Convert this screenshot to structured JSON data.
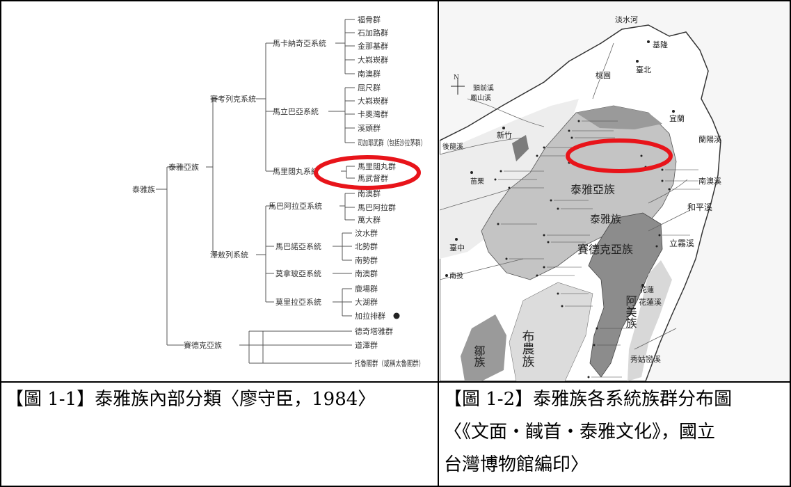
{
  "tree": {
    "root": "泰雅族",
    "sub_groups": [
      "泰雅亞族",
      "賽德克亞族"
    ],
    "systems": [
      "賽考列克系統",
      "澤敖列系統"
    ],
    "subsystems": [
      "馬卡納奇亞系統",
      "馬立巴亞系統",
      "馬里闊丸系統",
      "馬巴阿拉亞系統",
      "馬巴諾亞系統",
      "莫拿玻亞系統",
      "莫里拉亞系統"
    ],
    "groups": [
      "福骨群",
      "石加路群",
      "金那基群",
      "大嵙崁群",
      "南澳群",
      "屈尺群",
      "大嵙崁群",
      "卡奧灣群",
      "溪頭群",
      "司加耶武群（包括沙拉茅群）",
      "馬里闊丸群",
      "馬武督群",
      "南澳群",
      "馬巴阿拉群",
      "萬大群",
      "汶水群",
      "北勢群",
      "南勢群",
      "南澳群",
      "鹿場群",
      "大湖群",
      "加拉排群",
      "德奇塔雅群",
      "道澤群",
      "托魯閣群（或稱太魯閣群）"
    ]
  },
  "map": {
    "places": [
      "淡水河",
      "基隆",
      "臺北",
      "桃園",
      "宜蘭",
      "蘭陽溪",
      "鳳山溪",
      "頭前溪",
      "新竹",
      "後龍溪",
      "苗栗",
      "南澳溪",
      "和平溪",
      "立霧溪",
      "臺中",
      "南投",
      "花蓮",
      "花蓮溪",
      "秀姑巒溪"
    ],
    "ethnic_labels": [
      "泰雅亞族",
      "泰雅族",
      "賽德克亞族",
      "布農族",
      "阿美族",
      "鄒族"
    ],
    "north_label": "N"
  },
  "captions": {
    "left": "【圖 1-1】泰雅族內部分類〈廖守臣，1984〉",
    "right_line1": "【圖 1-2】泰雅族各系統族群分布圖",
    "right_line2": "〈《文面・馘首・泰雅文化》，國立",
    "right_line3": "台灣博物館編印〉"
  },
  "colors": {
    "highlight": "#e8141a",
    "dark_region": "#8c8c8c",
    "light_region": "#c4c4c4",
    "border": "#000000"
  }
}
